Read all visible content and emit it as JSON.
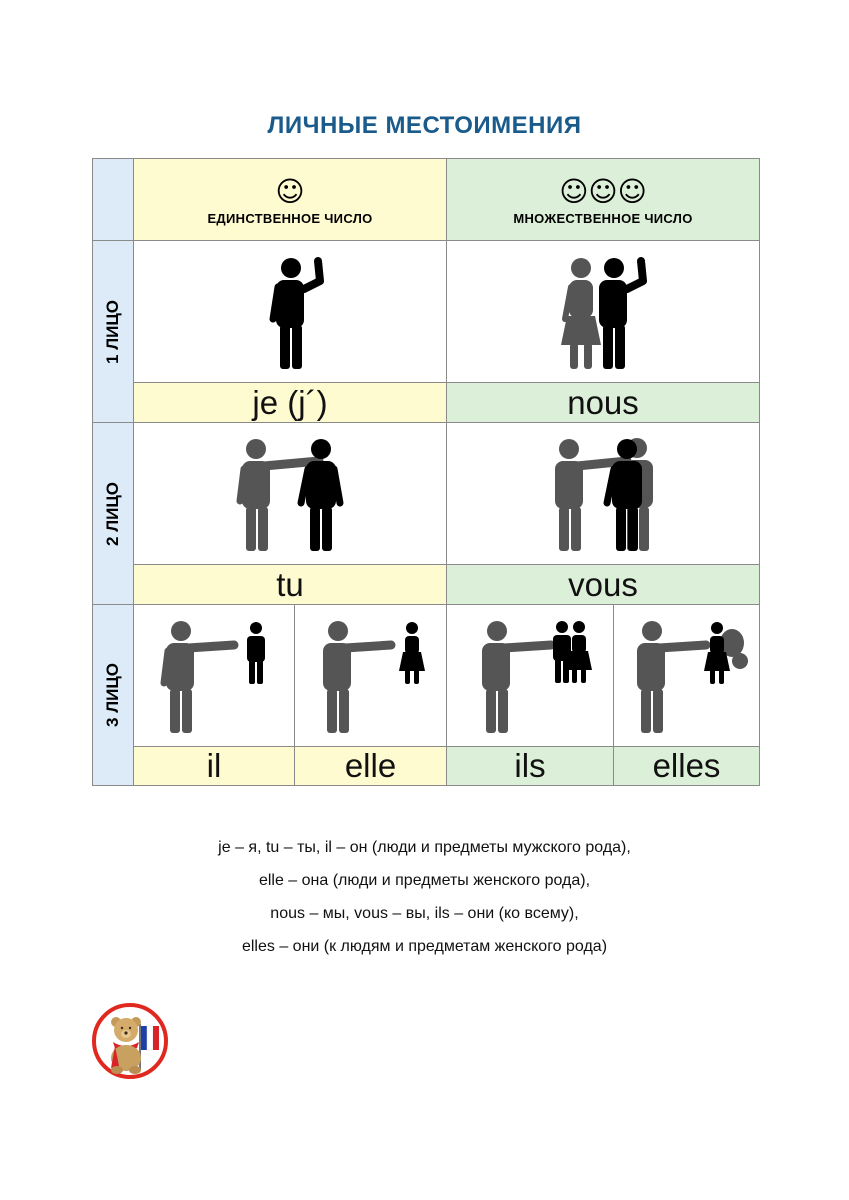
{
  "title": "ЛИЧНЫЕ МЕСТОИМЕНИЯ",
  "headers": {
    "singular": {
      "smiles": "☺",
      "label": "ЕДИНСТВЕННОЕ ЧИСЛО"
    },
    "plural": {
      "smiles": "☺☺☺",
      "label": "МНОЖЕСТВЕННОЕ ЧИСЛО"
    }
  },
  "rows": {
    "first": {
      "label": "1 ЛИЦО",
      "singular": "je (j´)",
      "plural": "nous"
    },
    "second": {
      "label": "2 ЛИЦО",
      "singular": "tu",
      "plural": "vous"
    },
    "third": {
      "label": "3 ЛИЦО",
      "il": "il",
      "elle": "elle",
      "ils": "ils",
      "elles": "elles"
    }
  },
  "notes": [
    "je – я, tu – ты, il – он (люди и предметы мужского рода),",
    "elle – она (люди и предметы женского рода),",
    "nous – мы, vous – вы, ils – они (ко всему),",
    "elles – они (к людям и предметам женского рода)"
  ],
  "colors": {
    "title": "#1a5b8c",
    "label_column": "#dcebf7",
    "singular": "#fffbd0",
    "plural": "#dcefd8",
    "figure_dark": "#000000",
    "figure_gray": "#555555",
    "logo_ring": "#e0281f"
  },
  "icons": [
    "smiley-icon",
    "person-waving-icon",
    "woman-icon",
    "pointing-person-icon",
    "teddy-bear-logo",
    "french-flag-icon"
  ]
}
